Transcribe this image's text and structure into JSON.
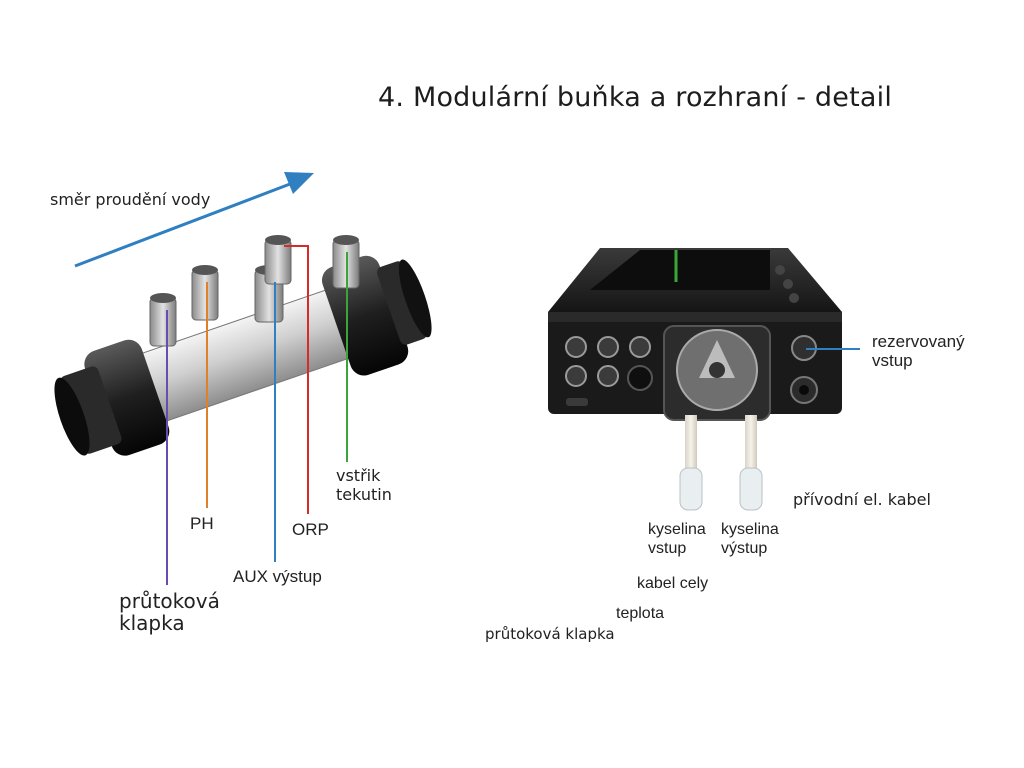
{
  "title": "4. Modulární buňka a rozhraní - detail",
  "left": {
    "flow_direction": "směr proudění vody",
    "injection": [
      "vstřik",
      "tekutin"
    ],
    "ph": "PH",
    "orp": "ORP",
    "aux": "AUX výstup",
    "flow_switch": [
      "průtoková",
      "klapka"
    ]
  },
  "right": {
    "reserved": [
      "rezervovaný",
      "vstup"
    ],
    "power_cable": "přívodní el. kabel",
    "acid_in": [
      "kyselina",
      "vstup"
    ],
    "acid_out": [
      "kyselina",
      "výstup"
    ],
    "cell_cable": "kabel cely",
    "temperature": "teplota",
    "flow_switch": "průtoková klapka"
  },
  "colors": {
    "arrow": "#2f7fc1",
    "ph_line": "#e0802a",
    "orp_line": "#d62b2b",
    "aux_line": "#2f7fc1",
    "injection_line": "#3aa63a",
    "flow_line": "#6a4bb0"
  }
}
